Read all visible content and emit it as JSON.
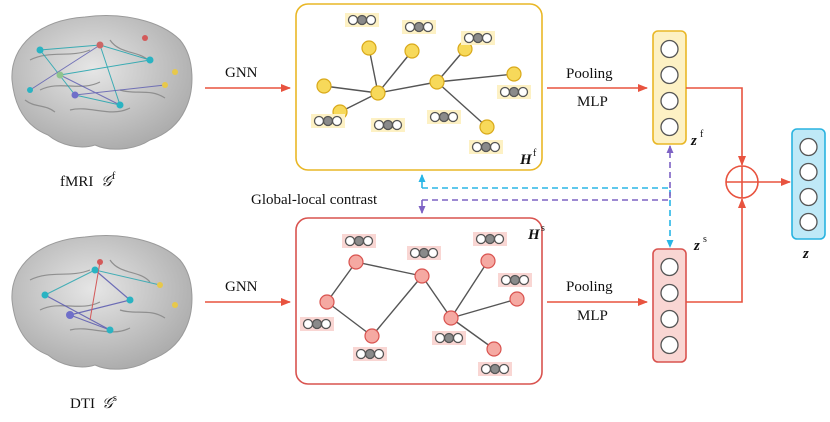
{
  "labels": {
    "fmri_caption": "fMRI",
    "fmri_symbol": "𝒢",
    "fmri_sup": "f",
    "dti_caption": "DTI",
    "dti_symbol": "𝒢",
    "dti_sup": "s",
    "gnn_top": "GNN",
    "gnn_bottom": "GNN",
    "pool_top": "Pooling",
    "mlp_top": "MLP",
    "pool_bottom": "Pooling",
    "mlp_bottom": "MLP",
    "contrast": "Global-local  contrast",
    "H_top": "H",
    "H_top_sup": "f",
    "H_bottom": "H",
    "H_bottom_sup": "s",
    "z_top": "z",
    "z_top_sup": "f",
    "z_bottom": "z",
    "z_bottom_sup": "s",
    "z_final": "z"
  },
  "colors": {
    "arrow_red": "#e8533f",
    "top_border": "#e9b726",
    "top_fill": "#fdf1c4",
    "top_node": "#f7d95a",
    "bottom_border": "#d9534f",
    "bottom_fill": "#f9d6d3",
    "bottom_node": "#f5a9a2",
    "final_border": "#29b3e0",
    "final_fill": "#bfe9f7",
    "cyan_dash": "#28b6e6",
    "purple_dash": "#7d62c4",
    "edge": "#555555",
    "brain": "#c8c8c8"
  }
}
